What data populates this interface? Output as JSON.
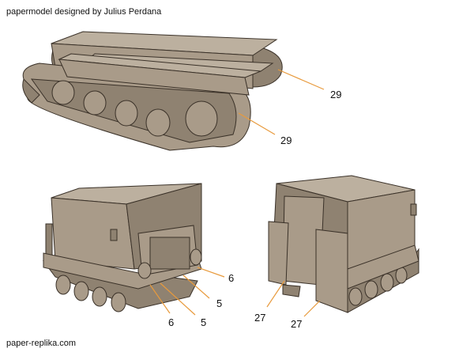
{
  "header": {
    "credit": "papermodel designed by Julius Perdana"
  },
  "footer": {
    "site": "paper-replika.com"
  },
  "labels": {
    "top_rear_track": "29",
    "top_front_track": "29",
    "front_right_upper": "6",
    "front_right_lower": "5",
    "front_left_6": "6",
    "front_left_5": "5",
    "rear_left_27": "27",
    "rear_right_27": "27"
  },
  "colors": {
    "body": "#a99b89",
    "leader": "#e89a3c"
  }
}
